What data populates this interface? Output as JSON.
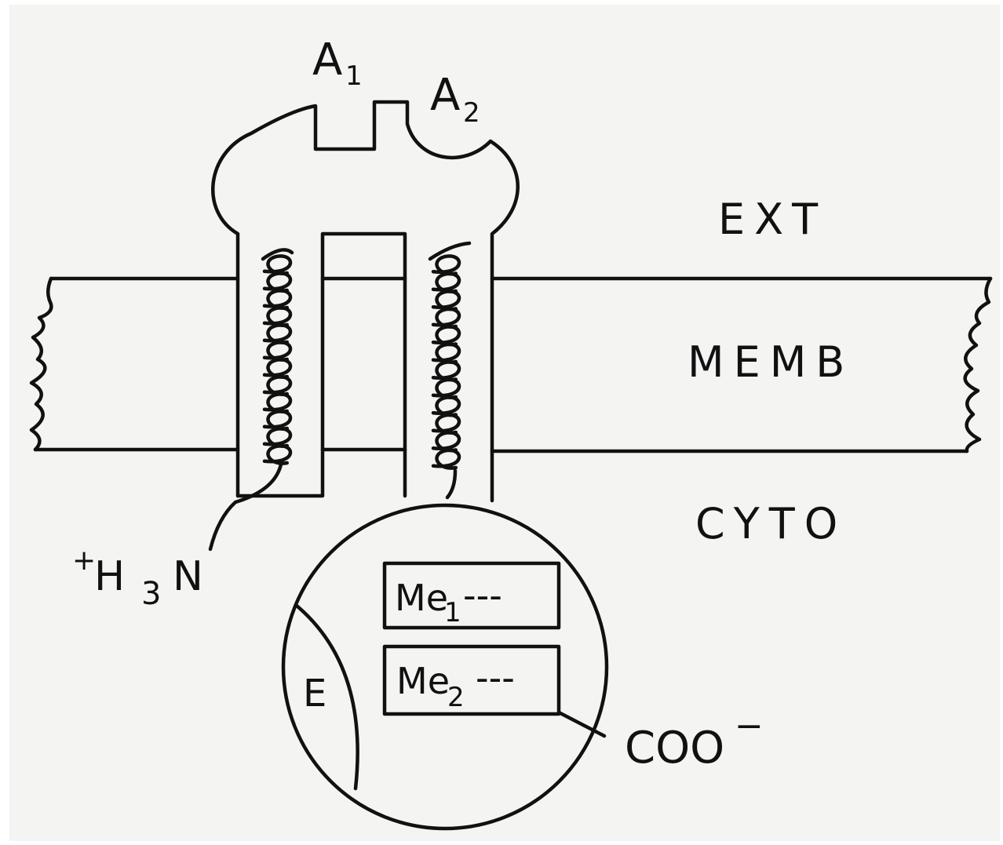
{
  "labels": {
    "a1": "A",
    "a1_sub": "1",
    "a2": "A",
    "a2_sub": "2",
    "ext": "EXT",
    "memb": "MEMB",
    "cyto": "CYTO",
    "n_term_plus": "+",
    "n_term_h": "H",
    "n_term_sub": "3",
    "n_term_n": "N",
    "c_term": "COO",
    "c_term_sup": "−",
    "e": "E",
    "me1": "Me",
    "me1_sub": "1",
    "me1_dashes": "---",
    "me2": "Me",
    "me2_sub": "2",
    "me2_dashes": "---"
  },
  "colors": {
    "ink": "#111111",
    "paper": "#f4f4f2"
  }
}
